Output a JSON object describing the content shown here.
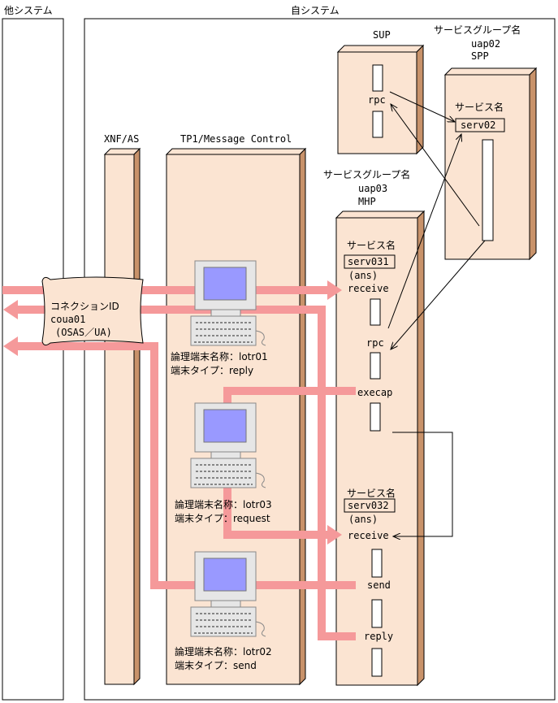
{
  "labels": {
    "other_system": "他システム",
    "own_system": "自システム",
    "xnf_as": "XNF/AS",
    "tp1_message_control": "TP1/Message Control",
    "sup": "SUP",
    "sg_name_1": "サービスグループ名",
    "uap02": "uap02",
    "spp": "SPP",
    "service_name_spp": "サービス名",
    "serv02": "serv02",
    "rpc_sup": "rpc",
    "sg_name_2": "サービスグループ名",
    "uap03": "uap03",
    "mhp": "MHP",
    "service_name_1": "サービス名",
    "serv031": "serv031",
    "ans_1": "(ans)",
    "receive_1": "receive",
    "rpc_mhp": "rpc",
    "execap": "execap",
    "service_name_2": "サービス名",
    "serv032": "serv032",
    "ans_2": "(ans)",
    "receive_2": "receive",
    "send": "send",
    "reply": "reply",
    "connection_id_label": "コネクションID",
    "connection_id_value": "coua01",
    "connection_protocol": "(OSAS／UA)",
    "terminal1_name": "論理端末名称：lotr01",
    "terminal1_type": "端末タイプ：reply",
    "terminal2_name": "論理端末名称：lotr03",
    "terminal2_type": "端末タイプ：request",
    "terminal3_name": "論理端末名称：lotr02",
    "terminal3_type": "端末タイプ：send"
  },
  "colors": {
    "box_fill": "#fbe4d2",
    "box_side": "#c8926a",
    "flow_arrow": "#f5999a",
    "monitor_screen": "#9999ff"
  }
}
